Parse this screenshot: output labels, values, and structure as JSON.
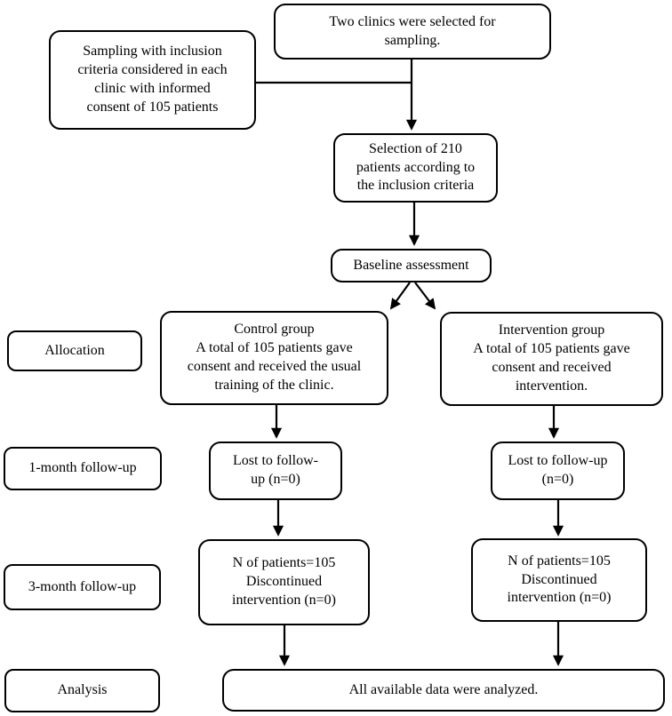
{
  "nodes": {
    "two_clinics": {
      "text": "Two clinics were selected for\nsampling."
    },
    "sampling": {
      "text": "Sampling with inclusion\ncriteria considered in each\nclinic with informed\nconsent of 105 patients"
    },
    "selection": {
      "text": "Selection of 210\npatients according to\nthe inclusion criteria"
    },
    "baseline": {
      "text": "Baseline assessment"
    },
    "control": {
      "text": "Control group\nA total of 105 patients gave\nconsent and received the usual\ntraining of the clinic."
    },
    "intervention": {
      "text": "Intervention group\nA total of 105 patients gave\nconsent and received\nintervention."
    },
    "lost_left": {
      "text": "Lost to follow-\nup (n=0)"
    },
    "lost_right": {
      "text": "Lost to follow-up\n(n=0)"
    },
    "n_left": {
      "text": "N of patients=105\nDiscontinued\nintervention (n=0)"
    },
    "n_right": {
      "text": "N of patients=105\nDiscontinued\nintervention (n=0)"
    },
    "analyzed": {
      "text": "All available data were analyzed."
    }
  },
  "stage_labels": {
    "allocation": "Allocation",
    "month1": "1-month follow-up",
    "month3": "3-month follow-up",
    "analysis": "Analysis"
  },
  "colors": {
    "line": "#000000",
    "background": "#ffffff",
    "text": "#000000"
  }
}
